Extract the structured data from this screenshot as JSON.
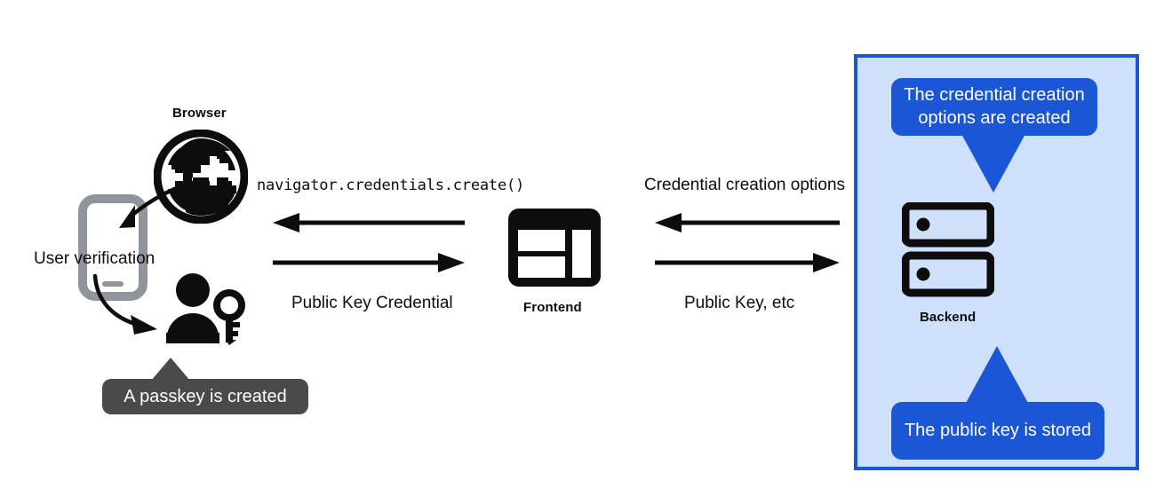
{
  "diagram": {
    "title": "WebAuthn passkey registration flow",
    "colors": {
      "accent_blue": "#1a56d6",
      "panel_blue": "#cfe0fb",
      "tooltip_gray": "#4a4a4a",
      "icon_black": "#0d0d0d",
      "phone_gray": "#8e959c",
      "background": "#ffffff"
    }
  },
  "nodes": {
    "browser": {
      "label": "Browser",
      "icon": "globe-icon"
    },
    "phone": {
      "label": "User verification",
      "icon": "phone-icon"
    },
    "person": {
      "icon": "person-with-key-icon"
    },
    "frontend": {
      "label": "Frontend",
      "icon": "browser-window-layout-icon"
    },
    "backend": {
      "label": "Backend",
      "icon": "server-stack-icon"
    }
  },
  "arrows": {
    "navigator_create": {
      "label": "navigator.credentials.create()",
      "direction": "left",
      "from": "frontend",
      "to": "browser"
    },
    "public_key_credential": {
      "label": "Public Key Credential",
      "direction": "right",
      "from": "browser",
      "to": "frontend"
    },
    "credential_creation_options": {
      "label": "Credential creation options",
      "direction": "left",
      "from": "backend",
      "to": "frontend"
    },
    "public_key_etc": {
      "label": "Public Key, etc",
      "direction": "right",
      "from": "frontend",
      "to": "backend"
    }
  },
  "callouts": {
    "credential_options": {
      "text": "The credential creation options are created",
      "style": "blue",
      "pointer": "down"
    },
    "public_key_stored": {
      "text": "The public key is stored",
      "style": "blue",
      "pointer": "up"
    },
    "passkey_created": {
      "text": "A passkey is created",
      "style": "dark",
      "pointer": "up"
    }
  }
}
